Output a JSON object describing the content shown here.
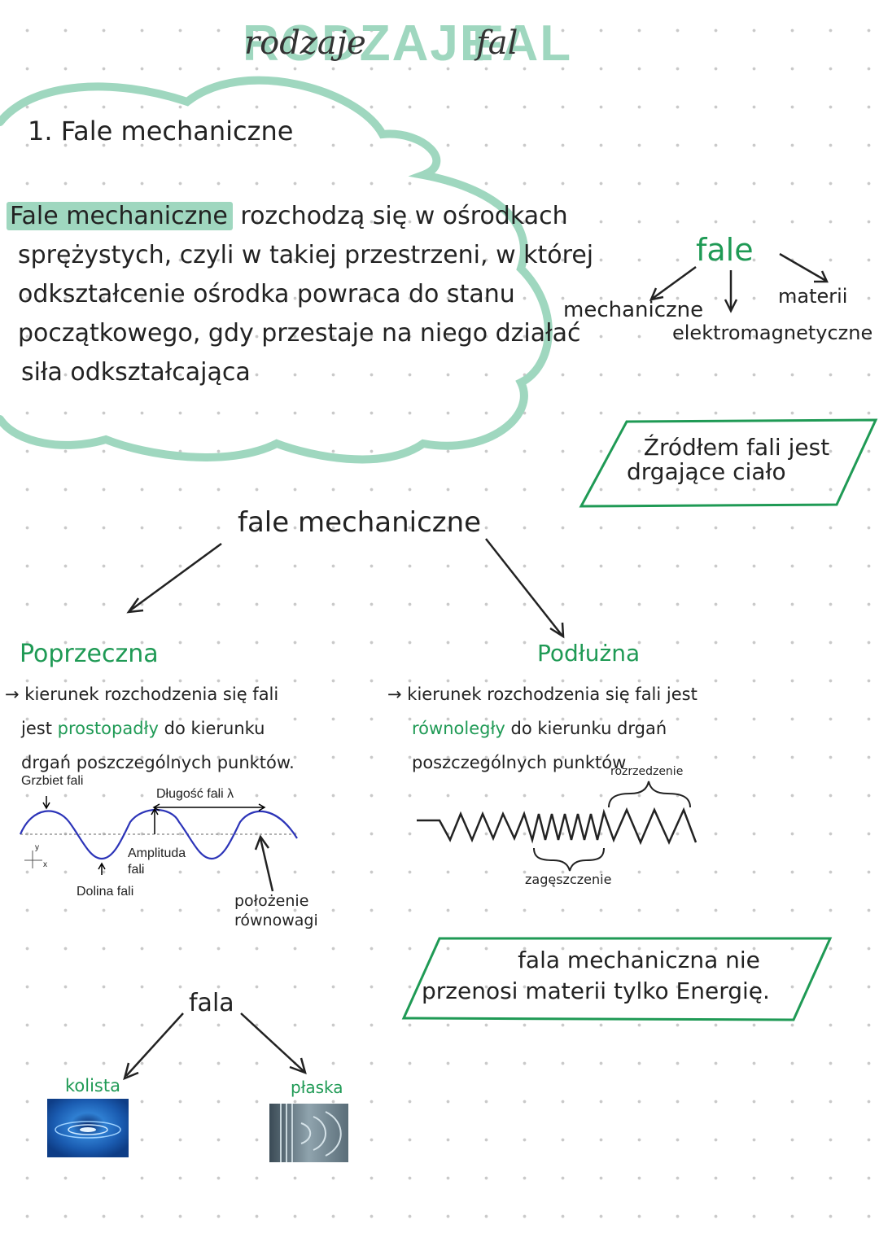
{
  "page": {
    "title_block": "RODZAJE",
    "title_block_2": "FAL",
    "title_script": "rodzaje",
    "title_script_2": "fal"
  },
  "section1": {
    "heading": "1. Fale mechaniczne",
    "highlight_term": "Fale mechaniczne",
    "lines": [
      "rozchodzą się w ośrodkach",
      "sprężystych, czyli w takiej przestrzeni, w której",
      "odkształcenie ośrodka powraca do stanu",
      "początkowego, gdy przestaje na niego działać",
      "siła odkształcająca"
    ]
  },
  "waves_tree": {
    "root": "fale",
    "left": "mechaniczne",
    "middle": "elektromagnetyczne",
    "right": "materii"
  },
  "source_box": {
    "line1": "Źródłem fali jest",
    "line2": "drgające ciało"
  },
  "mech_tree": {
    "root": "fale mechaniczne",
    "left": {
      "title": "Poprzeczna",
      "arrow": "→",
      "line1": "kierunek rozchodzenia się fali",
      "line2_pre": "jest",
      "line2_green": "prostopadły",
      "line2_post": "do kierunku",
      "line3": "drgań poszczególnych punktów."
    },
    "right": {
      "title": "Podłużna",
      "arrow": "→",
      "line1": "kierunek rozchodzenia się fali jest",
      "line2_green": "równoległy",
      "line2_post": "do kierunku drgań",
      "line3": "poszczególnych punktów"
    }
  },
  "transverse_diagram": {
    "crest": "Grzbiet fali",
    "wavelength": "Długość fali λ",
    "amplitude_1": "Amplituda",
    "amplitude_2": "fali",
    "trough": "Dolina fali",
    "axis_y": "y",
    "axis_x": "x",
    "equilibrium_1": "położenie",
    "equilibrium_2": "równowagi"
  },
  "longitudinal_diagram": {
    "rarefaction": "rozrzedzenie",
    "compression": "zagęszczenie"
  },
  "energy_box": {
    "line1": "fala mechaniczna nie",
    "line2": "przenosi materii tylko Energię."
  },
  "wave_shapes": {
    "root": "fala",
    "left": "kolista",
    "right": "płaska"
  },
  "colors": {
    "accent_green": "#1f9a55",
    "mint": "#9fd7bf",
    "wave_blue": "#2c34b8"
  }
}
